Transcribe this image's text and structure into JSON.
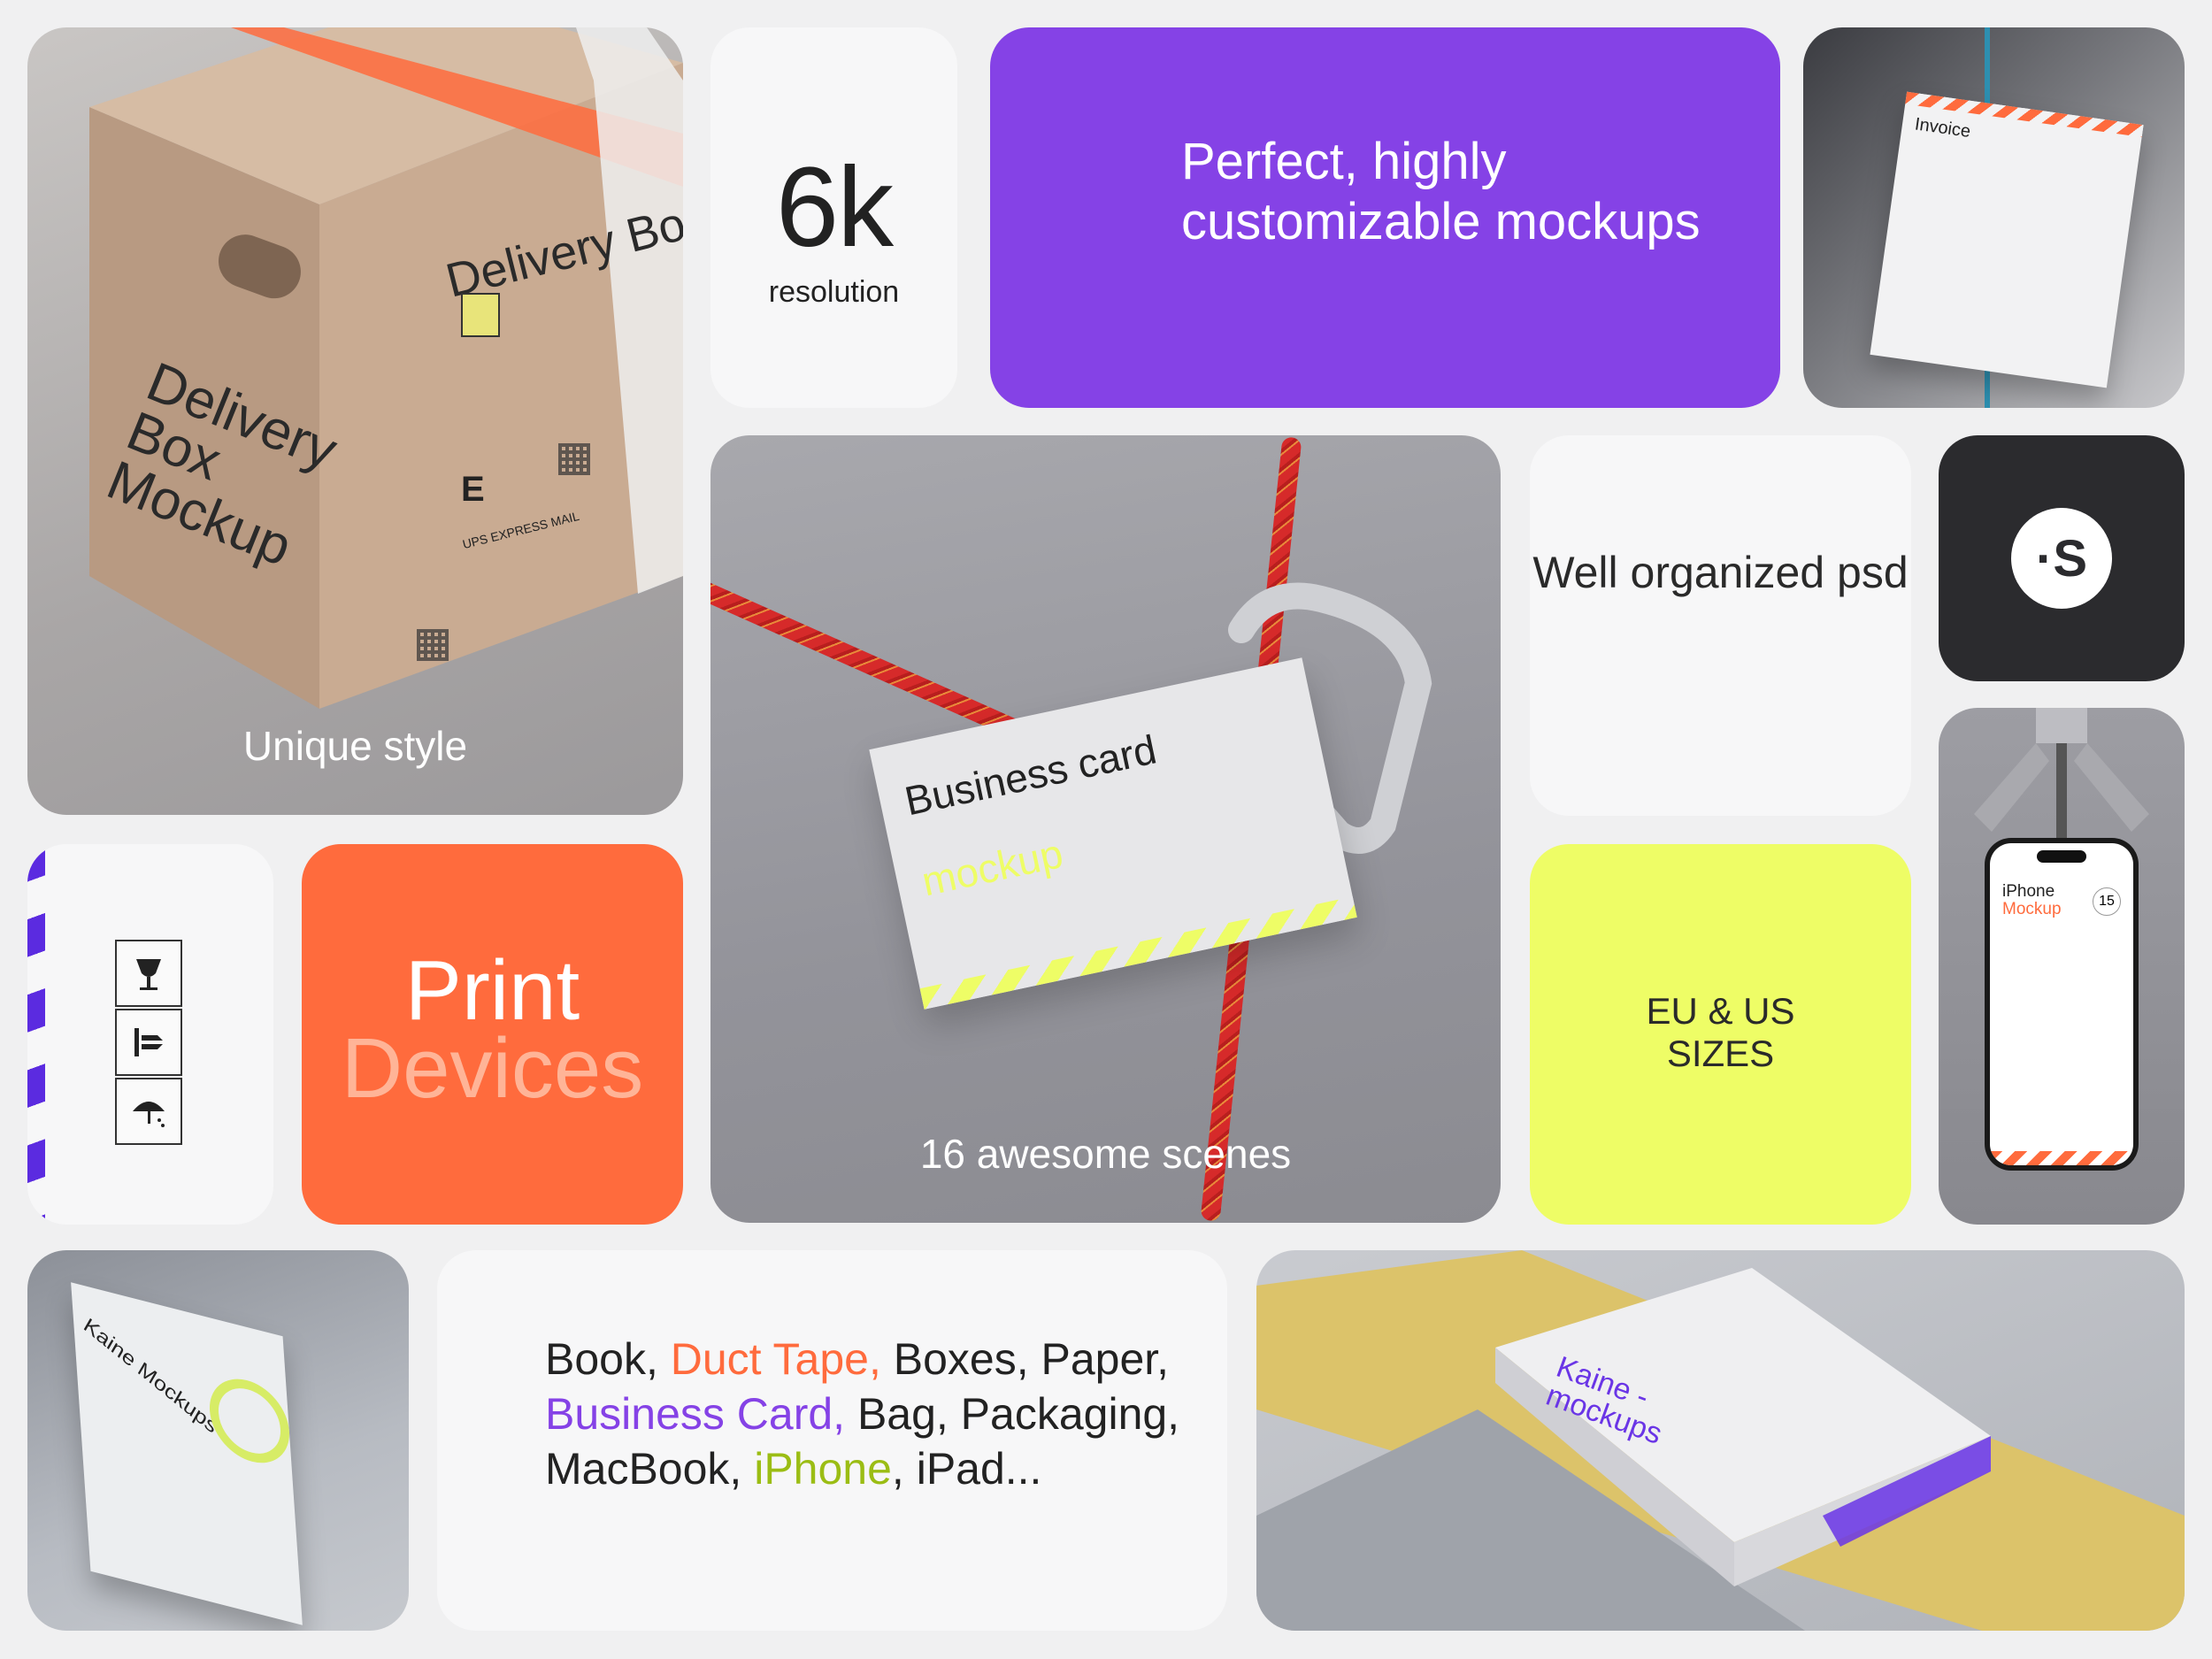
{
  "tiles": {
    "box": {
      "caption": "Unique style",
      "box_title": "Delivery Box Mockup",
      "box_side_title": "Delivery Box",
      "box_label": "UPS EXPRESS MAIL",
      "box_letter": "E"
    },
    "resolution": {
      "value": "6k",
      "label": "resolution"
    },
    "feature": {
      "text": "Perfect, highly customizable mockups"
    },
    "invoice": {
      "title": "Invoice"
    },
    "scenes": {
      "caption": "16 awesome scenes",
      "card_title": "Business card",
      "card_subtitle": "mockup"
    },
    "psd": {
      "text": "Well organized psd"
    },
    "logo": {
      "glyph": "·S"
    },
    "print": {
      "line1": "Print",
      "line2": "Devices"
    },
    "sizes": {
      "line1": "EU & US",
      "line2": "SIZES"
    },
    "iphone": {
      "title1": "iPhone",
      "title2": "Mockup",
      "number": "15"
    },
    "book": {
      "title": "Kaine Mockups"
    },
    "list": {
      "p1": "Book, ",
      "p2": "Duct Tape,",
      "p3": " Boxes, Paper, ",
      "p4": "Business Card,",
      "p5": " Bag, Packaging, MacBook, ",
      "p6": "iPhone",
      "p7": ", iPad..."
    },
    "card": {
      "title": "Kaine - mockups"
    }
  },
  "colors": {
    "purple": "#8542e6",
    "orange": "#ff6b3d",
    "lime": "#eefd66",
    "dark": "#2b2b2e"
  },
  "icons": [
    "fragile-icon",
    "this-side-up-icon",
    "keep-dry-icon"
  ]
}
